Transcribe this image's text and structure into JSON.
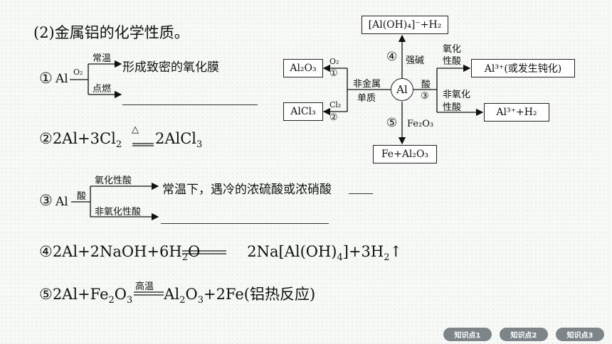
{
  "heading": "(2)金属铝的化学性质。",
  "item1": {
    "num": "①",
    "reactant": "Al",
    "over": "O₂",
    "branch_top_condition": "常温",
    "branch_top_result": "形成致密的氧化膜",
    "branch_bottom_condition": "点燃"
  },
  "item2": {
    "text_a": "②2Al+3Cl",
    "sub_a": "2",
    "cond": "△",
    "text_b": "2AlCl",
    "sub_b": "3"
  },
  "item3": {
    "num": "③",
    "reactant": "Al",
    "over": "酸",
    "branch_top_condition": "氧化性酸",
    "branch_top_result": "常温下，遇冷的浓硫酸或浓硝酸",
    "branch_bottom_condition": "非氧化性酸"
  },
  "item4": {
    "left": "④2Al+2NaOH+6H",
    "sub1": "2",
    "mid": "O",
    "right": "2Na[Al(OH)",
    "sub2": "4",
    "end": "]+3H",
    "sub3": "2",
    "arrow": "↑"
  },
  "item5": {
    "left": "⑤2Al+Fe",
    "sub1": "2",
    "mid": "O",
    "sub2": "3",
    "cond": "高温",
    "right": "Al",
    "sub3": "2",
    "mid2": "O",
    "sub4": "3",
    "end": "+2Fe(铝热反应)"
  },
  "diagram": {
    "center": "Al",
    "top_box": "[Al(OH)₄]⁻+H₂",
    "top_num": "④",
    "top_label": "强碱",
    "left_top_box": "Al₂O₃",
    "left_top_reagent": "O₂",
    "left_top_num": "①",
    "left_bottom_box": "AlCl₃",
    "left_bottom_reagent": "Cl₂",
    "left_bottom_num": "②",
    "left_label_1": "非金属",
    "left_label_2": "单质",
    "bottom_box": "Fe+Al₂O₃",
    "bottom_num": "⑤",
    "bottom_label": "Fe₂O₃",
    "right_label": "酸",
    "right_num": "③",
    "right_top_label_1": "氧化",
    "right_top_label_2": "性酸",
    "right_top_box": "Al³⁺(或发生钝化)",
    "right_bottom_label_1": "非氧化",
    "right_bottom_label_2": "性酸",
    "right_bottom_box": "Al³⁺+H₂"
  },
  "nav": [
    "知识点1",
    "知识点2",
    "知识点3"
  ]
}
